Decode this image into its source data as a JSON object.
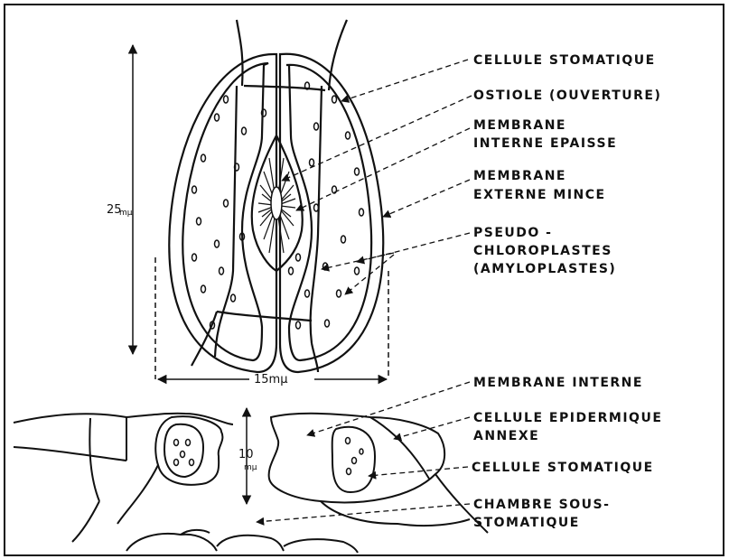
{
  "labels": {
    "cellule_stomatique": "CELLULE STOMATIQUE",
    "ostiole": "OSTIOLE (OUVERTURE)",
    "membrane_interne_epaisse_1": "MEMBRANE",
    "membrane_interne_epaisse_2": "INTERNE EPAISSE",
    "membrane_externe_mince_1": "MEMBRANE",
    "membrane_externe_mince_2": "EXTERNE MINCE",
    "pseudo_chloroplastes_1": "PSEUDO -",
    "pseudo_chloroplastes_2": "CHLOROPLASTES",
    "pseudo_chloroplastes_3": "(AMYLOPLASTES)",
    "membrane_interne": "MEMBRANE INTERNE",
    "cellule_epidermique_1": "CELLULE EPIDERMIQUE",
    "cellule_epidermique_2": "ANNEXE",
    "cellule_stomatique_section": "CELLULE STOMATIQUE",
    "chambre_sous_stomatique_1": "CHAMBRE SOUS-",
    "chambre_sous_stomatique_2": "STOMATIQUE"
  },
  "dimensions": {
    "height": "25",
    "height_unit": "mµ",
    "width": "15mµ",
    "section_height": "10",
    "section_unit": "mµ"
  }
}
